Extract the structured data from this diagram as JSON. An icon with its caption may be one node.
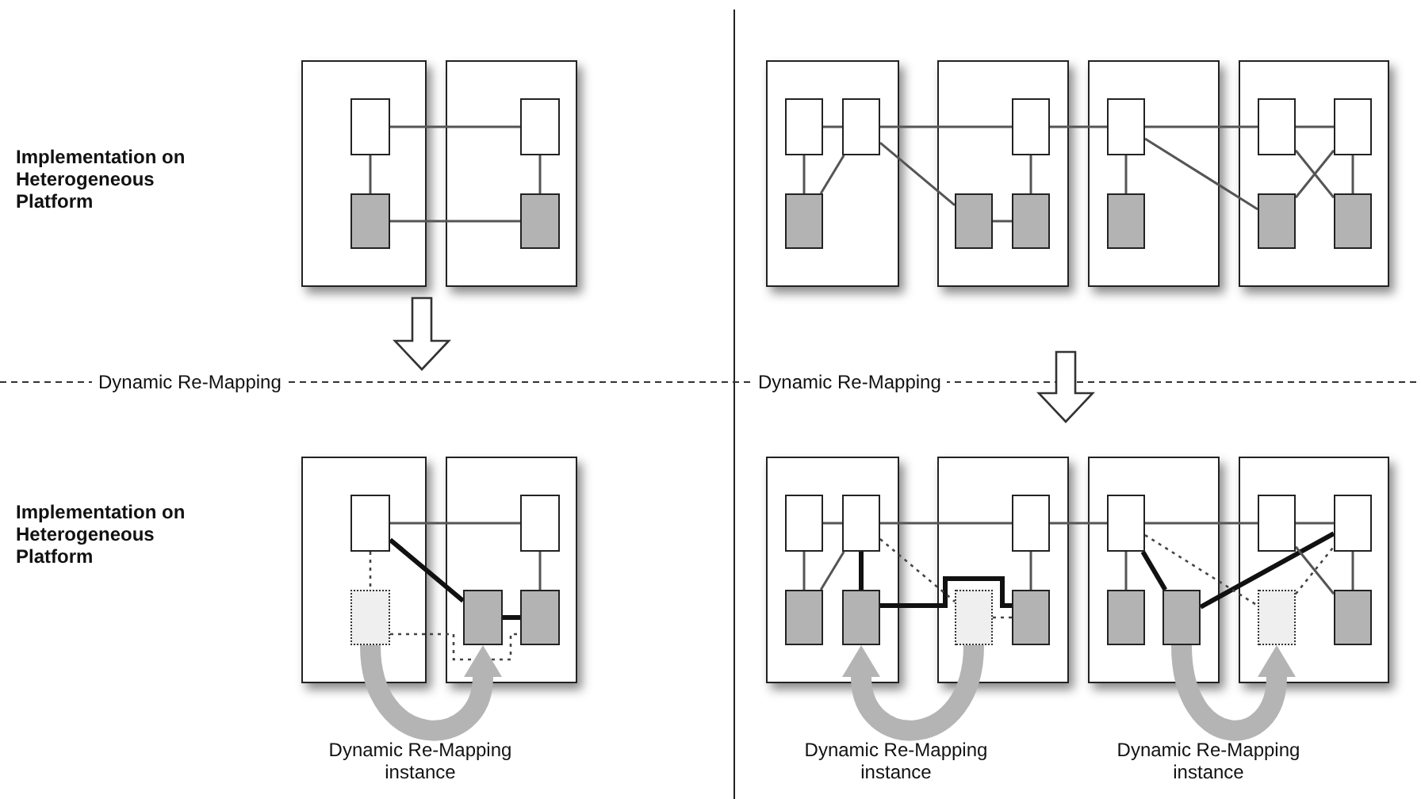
{
  "diagram": {
    "nodes": [
      {
        "text": [],
        "shape": "box"
      },
      {
        "text": [],
        "shape": "box",
        "in": 0
      },
      {
        "text": [],
        "shape": "box",
        "in": 0
      },
      {
        "text": [],
        "shape": "box"
      },
      {
        "text": [],
        "shape": "box",
        "in": 3
      },
      {
        "text": [],
        "shape": "box",
        "in": 3
      },
      {
        "text": [],
        "shape": "box"
      },
      {
        "text": [],
        "shape": "box",
        "in": 6
      },
      {
        "text": [],
        "shape": "box",
        "in": 6
      },
      {
        "text": [],
        "shape": "box",
        "in": 6
      },
      {
        "text": [],
        "shape": "box"
      },
      {
        "text": [],
        "shape": "box",
        "in": 10
      },
      {
        "text": [],
        "shape": "box",
        "in": 10
      },
      {
        "text": [],
        "shape": "box",
        "in": 10
      },
      {
        "text": [],
        "shape": "box"
      },
      {
        "text": [],
        "shape": "box",
        "in": 14
      },
      {
        "text": [],
        "shape": "box",
        "in": 14
      },
      {
        "text": [],
        "shape": "box"
      },
      {
        "text": [],
        "shape": "box",
        "in": 17
      },
      {
        "text": [],
        "shape": "box",
        "in": 17
      },
      {
        "text": [],
        "shape": "box",
        "in": 17
      },
      {
        "text": [],
        "shape": "box",
        "in": 17
      },
      {
        "text": [],
        "shape": "box"
      },
      {
        "text": [],
        "shape": "box",
        "in": 22
      },
      {
        "text": [],
        "shape": "box",
        "in": 22
      },
      {
        "text": [],
        "shape": "box"
      },
      {
        "text": [],
        "shape": "box",
        "in": 25
      },
      {
        "text": [],
        "shape": "box",
        "in": 25
      },
      {
        "text": [],
        "shape": "box",
        "in": 25
      },
      {
        "text": [],
        "shape": "box"
      },
      {
        "text": [],
        "shape": "box",
        "in": 29
      },
      {
        "text": [],
        "shape": "box",
        "in": 29
      },
      {
        "text": [],
        "shape": "box",
        "in": 29
      },
      {
        "text": [],
        "shape": "box",
        "in": 29
      },
      {
        "text": [],
        "shape": "box"
      },
      {
        "text": [],
        "shape": "box",
        "in": 34
      },
      {
        "text": [],
        "shape": "box",
        "in": 34
      },
      {
        "text": [],
        "shape": "box",
        "in": 34
      },
      {
        "text": [],
        "shape": "box"
      },
      {
        "text": [],
        "shape": "box",
        "in": 38
      },
      {
        "text": [],
        "shape": "box",
        "in": 38
      },
      {
        "text": [],
        "shape": "box",
        "in": 38
      },
      {
        "text": [],
        "shape": "box"
      },
      {
        "text": [],
        "shape": "box",
        "in": 42
      },
      {
        "text": [],
        "shape": "box",
        "in": 42
      },
      {
        "text": [],
        "shape": "box",
        "in": 42
      },
      {
        "text": [],
        "shape": "box",
        "in": 42
      }
    ],
    "edges": [
      {
        "from": 1,
        "to": 4,
        "arrow": "none"
      },
      {
        "from": 1,
        "to": 2,
        "arrow": "none"
      },
      {
        "from": 4,
        "to": 5,
        "arrow": "none"
      },
      {
        "from": 2,
        "to": 5,
        "arrow": "none"
      },
      {
        "from": 7,
        "to": 8,
        "arrow": "none"
      },
      {
        "from": 8,
        "to": 11,
        "arrow": "none"
      },
      {
        "from": 11,
        "to": 15,
        "arrow": "none"
      },
      {
        "from": 15,
        "to": 18,
        "arrow": "none"
      },
      {
        "from": 18,
        "to": 19,
        "arrow": "none"
      },
      {
        "from": 7,
        "to": 9,
        "arrow": "none"
      },
      {
        "from": 8,
        "to": 9,
        "arrow": "none"
      },
      {
        "from": 8,
        "to": 12,
        "arrow": "none"
      },
      {
        "from": 12,
        "to": 13,
        "arrow": "none"
      },
      {
        "from": 11,
        "to": 13,
        "arrow": "none"
      },
      {
        "from": 15,
        "to": 16,
        "arrow": "none"
      },
      {
        "from": 15,
        "to": 20,
        "arrow": "none"
      },
      {
        "from": 18,
        "to": 21,
        "arrow": "none"
      },
      {
        "from": 19,
        "to": 20,
        "arrow": "none"
      },
      {
        "from": 19,
        "to": 21,
        "arrow": "none"
      },
      {
        "from": 23,
        "to": 26,
        "arrow": "none"
      },
      {
        "from": 23,
        "to": 24,
        "arrow": "none",
        "style": "dashed"
      },
      {
        "from": 23,
        "to": 27,
        "arrow": "none",
        "style": "thick"
      },
      {
        "from": 24,
        "to": 28,
        "arrow": "none",
        "style": "dashed"
      },
      {
        "from": 27,
        "to": 28,
        "arrow": "none",
        "style": "thick"
      },
      {
        "from": 26,
        "to": 28,
        "arrow": "none"
      },
      {
        "from": 24,
        "to": 27,
        "arrow": "to",
        "style": "thick",
        "color": "#b4b4b4"
      },
      {
        "from": 30,
        "to": 31,
        "arrow": "none"
      },
      {
        "from": 31,
        "to": 35,
        "arrow": "none"
      },
      {
        "from": 35,
        "to": 39,
        "arrow": "none"
      },
      {
        "from": 39,
        "to": 43,
        "arrow": "none"
      },
      {
        "from": 43,
        "to": 44,
        "arrow": "none"
      },
      {
        "from": 30,
        "to": 32,
        "arrow": "none"
      },
      {
        "from": 31,
        "to": 32,
        "arrow": "none"
      },
      {
        "from": 31,
        "to": 33,
        "arrow": "none",
        "style": "thick"
      },
      {
        "from": 33,
        "to": 37,
        "arrow": "none",
        "style": "thick"
      },
      {
        "from": 31,
        "to": 36,
        "arrow": "none",
        "style": "dashed"
      },
      {
        "from": 36,
        "to": 37,
        "arrow": "none",
        "style": "dashed"
      },
      {
        "from": 35,
        "to": 37,
        "arrow": "none"
      },
      {
        "from": 39,
        "to": 40,
        "arrow": "none"
      },
      {
        "from": 39,
        "to": 41,
        "arrow": "none",
        "style": "thick"
      },
      {
        "from": 41,
        "to": 44,
        "arrow": "none",
        "style": "thick"
      },
      {
        "from": 39,
        "to": 45,
        "arrow": "none",
        "style": "dashed"
      },
      {
        "from": 45,
        "to": 44,
        "arrow": "none",
        "style": "dashed"
      },
      {
        "from": 43,
        "to": 46,
        "arrow": "none"
      },
      {
        "from": 44,
        "to": 46,
        "arrow": "none"
      },
      {
        "from": 36,
        "to": 33,
        "arrow": "to",
        "style": "thick",
        "color": "#b4b4b4"
      },
      {
        "from": 41,
        "to": 45,
        "arrow": "to",
        "style": "thick",
        "color": "#b4b4b4"
      }
    ],
    "labels": [
      "Implementation on Heterogeneous Platform",
      "Dynamic Re-Mapping",
      "Dynamic Re-Mapping",
      "Implementation on Heterogeneous Platform",
      "Dynamic Re-Mapping instance",
      "Dynamic Re-Mapping instance",
      "Dynamic Re-Mapping instance"
    ]
  }
}
